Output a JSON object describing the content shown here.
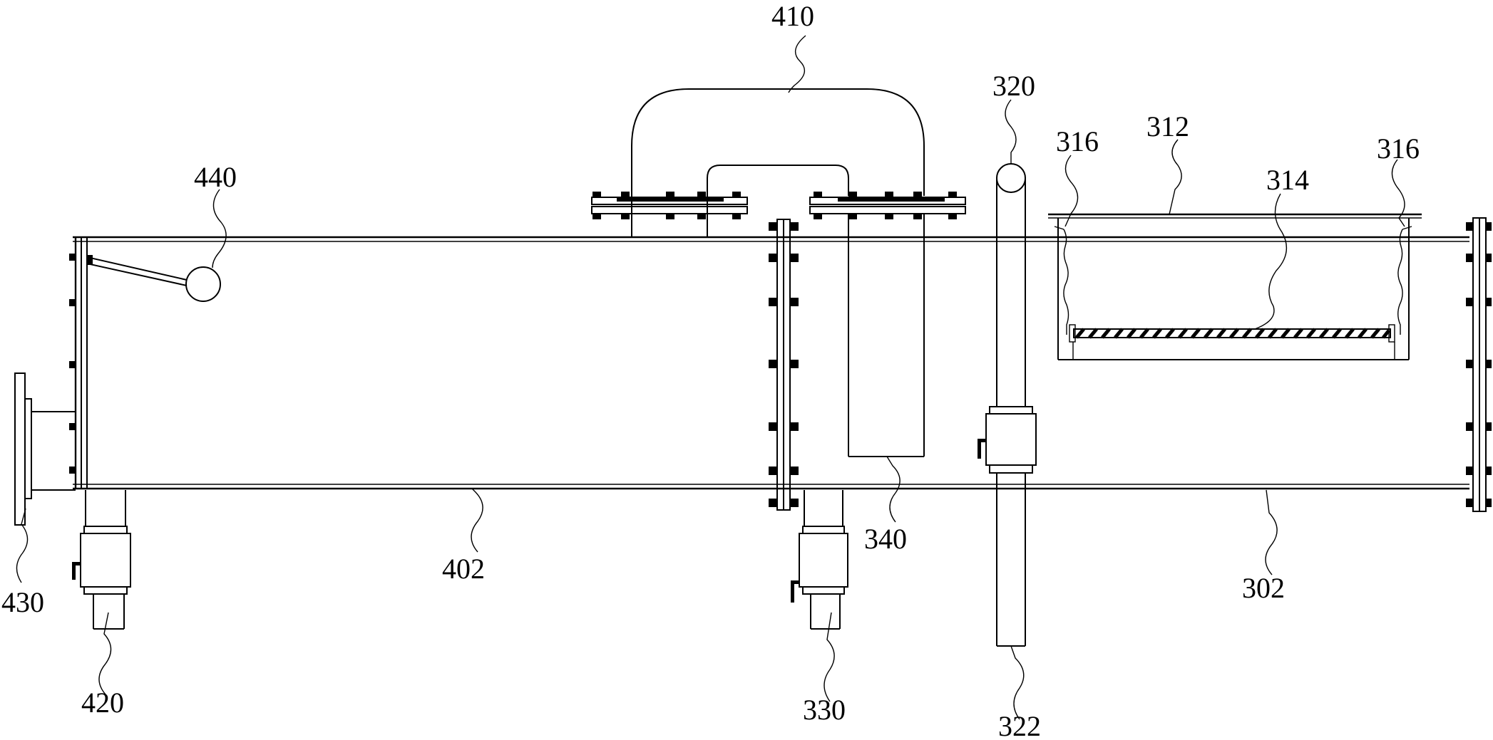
{
  "labels": {
    "l410": "410",
    "l320": "320",
    "l316a": "316",
    "l312": "312",
    "l316b": "316",
    "l314": "314",
    "l440": "440",
    "l340": "340",
    "l402": "402",
    "l302": "302",
    "l430": "430",
    "l420": "420",
    "l330": "330",
    "l322": "322"
  }
}
